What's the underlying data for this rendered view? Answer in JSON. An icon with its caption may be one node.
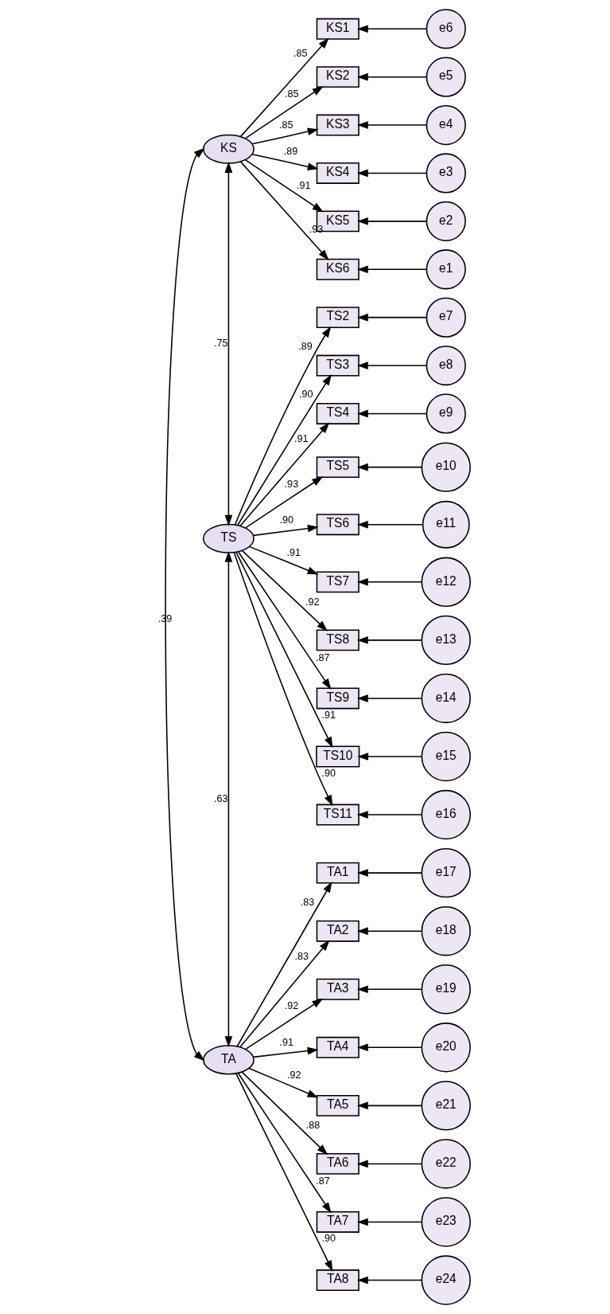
{
  "diagram": {
    "nodes": [
      {
        "text": [
          "KS"
        ]
      },
      {
        "text": [
          "TS"
        ]
      },
      {
        "text": [
          "TA"
        ]
      },
      {
        "text": [
          "KS1"
        ]
      },
      {
        "text": [
          "e6"
        ]
      },
      {
        "text": [
          "KS2"
        ]
      },
      {
        "text": [
          "e5"
        ]
      },
      {
        "text": [
          "KS3"
        ]
      },
      {
        "text": [
          "e4"
        ]
      },
      {
        "text": [
          "KS4"
        ]
      },
      {
        "text": [
          "e3"
        ]
      },
      {
        "text": [
          "KS5"
        ]
      },
      {
        "text": [
          "e2"
        ]
      },
      {
        "text": [
          "KS6"
        ]
      },
      {
        "text": [
          "e1"
        ]
      },
      {
        "text": [
          "TS2"
        ]
      },
      {
        "text": [
          "e7"
        ]
      },
      {
        "text": [
          "TS3"
        ]
      },
      {
        "text": [
          "e8"
        ]
      },
      {
        "text": [
          "TS4"
        ]
      },
      {
        "text": [
          "e9"
        ]
      },
      {
        "text": [
          "TS5"
        ]
      },
      {
        "text": [
          "e10"
        ]
      },
      {
        "text": [
          "TS6"
        ]
      },
      {
        "text": [
          "e11"
        ]
      },
      {
        "text": [
          "TS7"
        ]
      },
      {
        "text": [
          "e12"
        ]
      },
      {
        "text": [
          "TS8"
        ]
      },
      {
        "text": [
          "e13"
        ]
      },
      {
        "text": [
          "TS9"
        ]
      },
      {
        "text": [
          "e14"
        ]
      },
      {
        "text": [
          "TS10"
        ]
      },
      {
        "text": [
          "e15"
        ]
      },
      {
        "text": [
          "TS11"
        ]
      },
      {
        "text": [
          "e16"
        ]
      },
      {
        "text": [
          "TA1"
        ]
      },
      {
        "text": [
          "e17"
        ]
      },
      {
        "text": [
          "TA2"
        ]
      },
      {
        "text": [
          "e18"
        ]
      },
      {
        "text": [
          "TA3"
        ]
      },
      {
        "text": [
          "e19"
        ]
      },
      {
        "text": [
          "TA4"
        ]
      },
      {
        "text": [
          "e20"
        ]
      },
      {
        "text": [
          "TA5"
        ]
      },
      {
        "text": [
          "e21"
        ]
      },
      {
        "text": [
          "TA6"
        ]
      },
      {
        "text": [
          "e22"
        ]
      },
      {
        "text": [
          "TA7"
        ]
      },
      {
        "text": [
          "e23"
        ]
      },
      {
        "text": [
          "TA8"
        ]
      },
      {
        "text": [
          "e24"
        ]
      }
    ],
    "edges": [
      {
        "from": 0,
        "to": 1,
        "arrow": "both",
        "label": ".75"
      },
      {
        "from": 0,
        "to": 2,
        "arrow": "both",
        "label": ".39"
      },
      {
        "from": 1,
        "to": 2,
        "arrow": "both",
        "label": ".63"
      },
      {
        "from": 0,
        "to": 3,
        "arrow": "to",
        "label": ".85"
      },
      {
        "from": 4,
        "to": 3,
        "arrow": "to"
      },
      {
        "from": 0,
        "to": 5,
        "arrow": "to",
        "label": ".85"
      },
      {
        "from": 6,
        "to": 5,
        "arrow": "to"
      },
      {
        "from": 0,
        "to": 7,
        "arrow": "to",
        "label": ".85"
      },
      {
        "from": 8,
        "to": 7,
        "arrow": "to"
      },
      {
        "from": 0,
        "to": 9,
        "arrow": "to",
        "label": ".89"
      },
      {
        "from": 10,
        "to": 9,
        "arrow": "to"
      },
      {
        "from": 0,
        "to": 11,
        "arrow": "to",
        "label": ".91"
      },
      {
        "from": 12,
        "to": 11,
        "arrow": "to"
      },
      {
        "from": 0,
        "to": 13,
        "arrow": "to",
        "label": ".93"
      },
      {
        "from": 14,
        "to": 13,
        "arrow": "to"
      },
      {
        "from": 1,
        "to": 15,
        "arrow": "to",
        "label": ".89"
      },
      {
        "from": 16,
        "to": 15,
        "arrow": "to"
      },
      {
        "from": 1,
        "to": 17,
        "arrow": "to",
        "label": ".90"
      },
      {
        "from": 18,
        "to": 17,
        "arrow": "to"
      },
      {
        "from": 1,
        "to": 19,
        "arrow": "to",
        "label": ".91"
      },
      {
        "from": 20,
        "to": 19,
        "arrow": "to"
      },
      {
        "from": 1,
        "to": 21,
        "arrow": "to",
        "label": ".93"
      },
      {
        "from": 22,
        "to": 21,
        "arrow": "to"
      },
      {
        "from": 1,
        "to": 23,
        "arrow": "to",
        "label": ".90"
      },
      {
        "from": 24,
        "to": 23,
        "arrow": "to"
      },
      {
        "from": 1,
        "to": 25,
        "arrow": "to",
        "label": ".91"
      },
      {
        "from": 26,
        "to": 25,
        "arrow": "to"
      },
      {
        "from": 1,
        "to": 27,
        "arrow": "to",
        "label": ".92"
      },
      {
        "from": 28,
        "to": 27,
        "arrow": "to"
      },
      {
        "from": 1,
        "to": 29,
        "arrow": "to",
        "label": ".87"
      },
      {
        "from": 30,
        "to": 29,
        "arrow": "to"
      },
      {
        "from": 1,
        "to": 31,
        "arrow": "to",
        "label": ".91"
      },
      {
        "from": 32,
        "to": 31,
        "arrow": "to"
      },
      {
        "from": 1,
        "to": 33,
        "arrow": "to",
        "label": ".90"
      },
      {
        "from": 34,
        "to": 33,
        "arrow": "to"
      },
      {
        "from": 2,
        "to": 35,
        "arrow": "to",
        "label": ".83"
      },
      {
        "from": 36,
        "to": 35,
        "arrow": "to"
      },
      {
        "from": 2,
        "to": 37,
        "arrow": "to",
        "label": ".83"
      },
      {
        "from": 38,
        "to": 37,
        "arrow": "to"
      },
      {
        "from": 2,
        "to": 39,
        "arrow": "to",
        "label": ".92"
      },
      {
        "from": 40,
        "to": 39,
        "arrow": "to"
      },
      {
        "from": 2,
        "to": 41,
        "arrow": "to",
        "label": ".91"
      },
      {
        "from": 42,
        "to": 41,
        "arrow": "to"
      },
      {
        "from": 2,
        "to": 43,
        "arrow": "to",
        "label": ".92"
      },
      {
        "from": 44,
        "to": 43,
        "arrow": "to"
      },
      {
        "from": 2,
        "to": 45,
        "arrow": "to",
        "label": ".88"
      },
      {
        "from": 46,
        "to": 45,
        "arrow": "to"
      },
      {
        "from": 2,
        "to": 47,
        "arrow": "to",
        "label": ".87"
      },
      {
        "from": 48,
        "to": 47,
        "arrow": "to"
      },
      {
        "from": 2,
        "to": 49,
        "arrow": "to",
        "label": ".90"
      },
      {
        "from": 50,
        "to": 49,
        "arrow": "to"
      }
    ]
  }
}
